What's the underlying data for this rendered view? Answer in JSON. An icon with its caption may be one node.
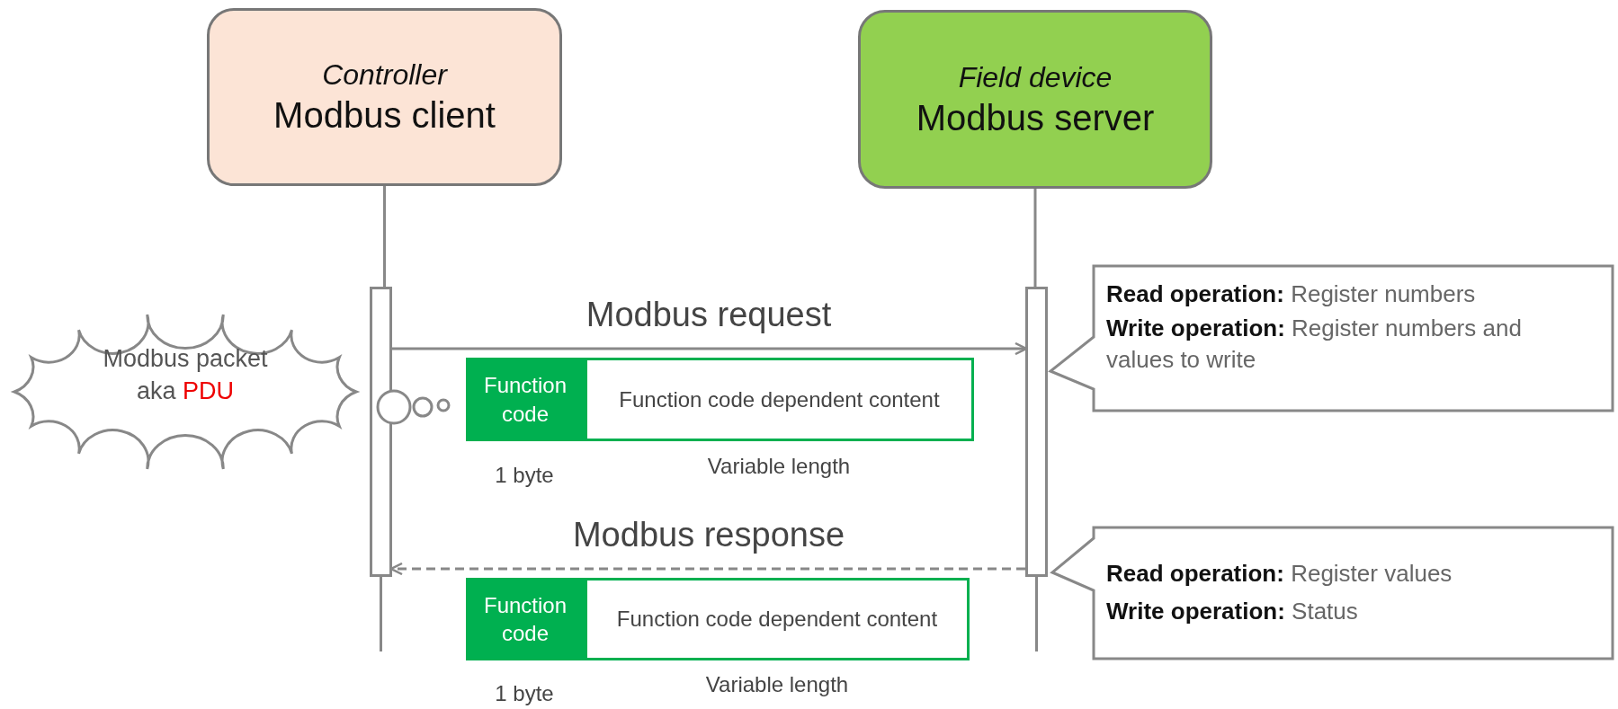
{
  "diagram": {
    "nodes": [
      {
        "text": [
          "Controller",
          "Modbus client"
        ]
      },
      {
        "text": [
          "Field device",
          "Modbus server"
        ]
      },
      {
        "text": [],
        "shape": "bar"
      },
      {
        "text": [],
        "shape": "bar"
      },
      {
        "text": [
          "Modbus packet aka",
          "PDU"
        ]
      },
      {
        "text": [
          "Function code"
        ],
        "beside": [
          "1 byte"
        ]
      },
      {
        "text": [
          "Function code dependent content"
        ],
        "beside": [
          "Variable length"
        ]
      },
      {
        "text": [
          "Function code"
        ],
        "beside": [
          "1 byte"
        ]
      },
      {
        "text": [
          "Function code dependent content"
        ],
        "beside": [
          "Variable length"
        ]
      },
      {
        "text": [
          "**Read operation:** Register numbers",
          "**Write operation:** Register numbers and values to write"
        ]
      },
      {
        "text": [
          "**Read operation:** Register values",
          "**Write operation:** Status"
        ]
      }
    ],
    "edges": [
      {
        "from": 0,
        "to": 2,
        "arrow": "none"
      },
      {
        "from": 2,
        "to": null,
        "arrow": "none"
      },
      {
        "from": 1,
        "to": 3,
        "arrow": "none"
      },
      {
        "from": 3,
        "to": null,
        "arrow": "none"
      },
      {
        "from": 2,
        "to": 3,
        "arrow": "to",
        "label": "Modbus request"
      },
      {
        "from": 3,
        "to": 2,
        "arrow": "to",
        "label": "Modbus response",
        "style": "dashed"
      }
    ]
  }
}
